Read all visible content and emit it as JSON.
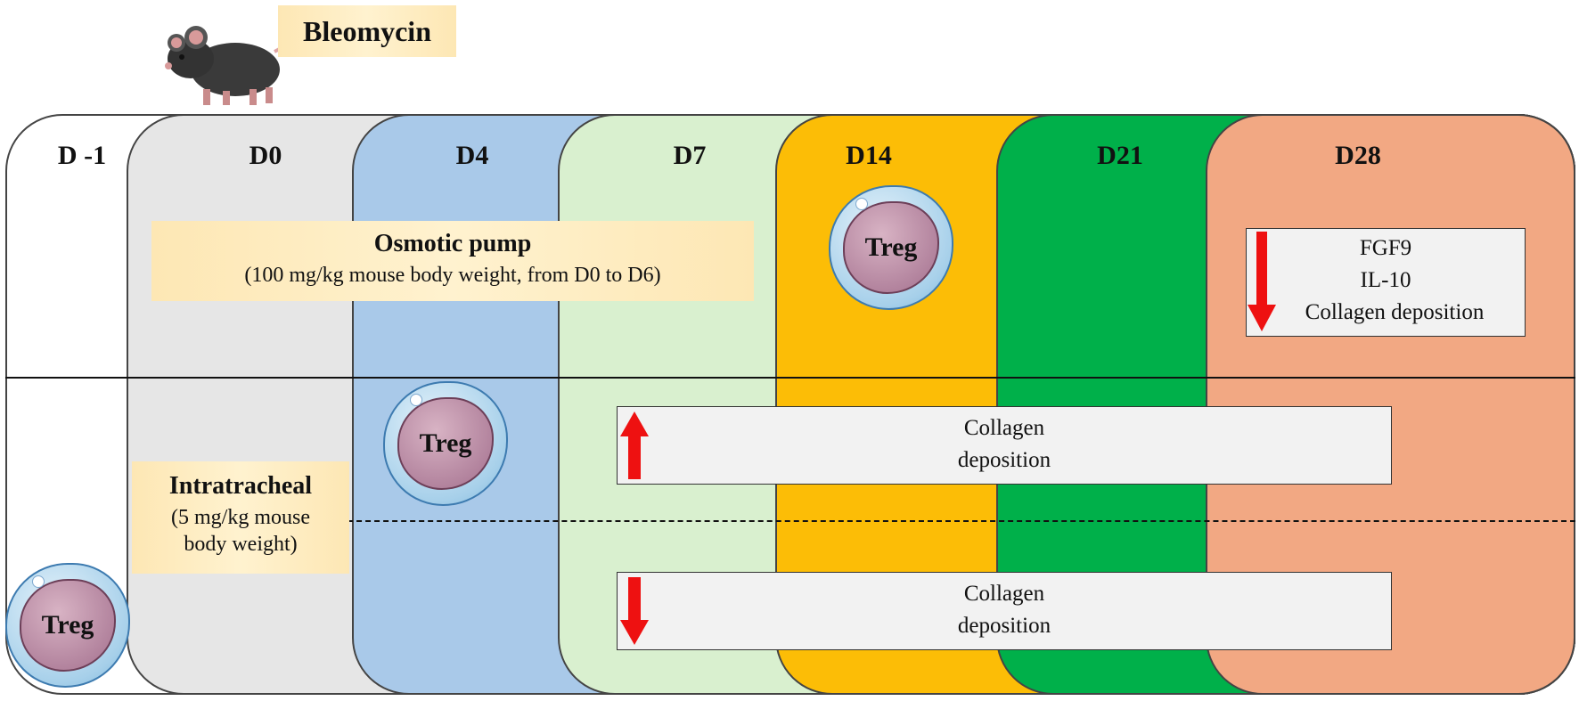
{
  "header": {
    "reagent_label": "Bleomycin",
    "mouse_icon": "mouse-icon"
  },
  "timeline": {
    "days": [
      {
        "label": "D -1",
        "color": "#ffffff"
      },
      {
        "label": "D0",
        "color": "#e6e6e6"
      },
      {
        "label": "D4",
        "color": "#a9c9e9"
      },
      {
        "label": "D7",
        "color": "#d9f0cf"
      },
      {
        "label": "D14",
        "color": "#fcbd06"
      },
      {
        "label": "D21",
        "color": "#00b04a"
      },
      {
        "label": "D28",
        "color": "#f2a883"
      }
    ]
  },
  "top_section": {
    "pump_title": "Osmotic pump",
    "pump_detail": "(100 mg/kg mouse body weight, from D0 to D6)",
    "treg_label": "Treg",
    "result_lines": [
      "FGF9",
      "IL-10",
      "Collagen deposition"
    ],
    "result_direction": "down"
  },
  "bottom_section": {
    "route_title": "Intratracheal",
    "route_detail_line1": "(5 mg/kg mouse",
    "route_detail_line2": "body weight)",
    "treg_d4_label": "Treg",
    "treg_dminus1_label": "Treg",
    "upper_result_line1": "Collagen",
    "upper_result_line2": "deposition",
    "upper_result_direction": "up",
    "lower_result_line1": "Collagen",
    "lower_result_line2": "deposition",
    "lower_result_direction": "down"
  },
  "colors": {
    "arrow": "#ee1111",
    "cell_membrane": "#a7d0ea",
    "cell_core": "#b0809b"
  }
}
